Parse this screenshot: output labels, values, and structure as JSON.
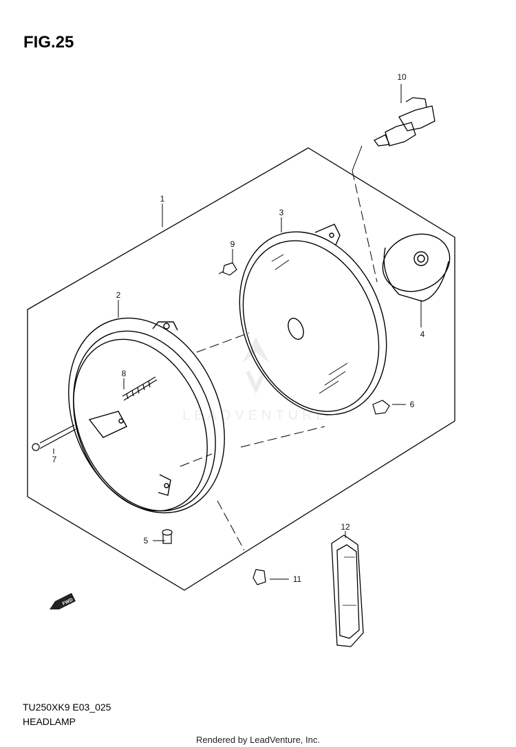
{
  "figure_label": "FIG.25",
  "diagram_code": "TU250XK9 E03_025",
  "diagram_title": "HEADLAMP",
  "rendered_by": "Rendered by LeadVenture, Inc.",
  "watermark": "LEADVENTURE",
  "fwd_label": "FWD",
  "callouts": {
    "c1": "1",
    "c2": "2",
    "c3": "3",
    "c4": "4",
    "c5": "5",
    "c6": "6",
    "c7": "7",
    "c8": "8",
    "c9": "9",
    "c10": "10",
    "c11": "11",
    "c12": "12"
  }
}
